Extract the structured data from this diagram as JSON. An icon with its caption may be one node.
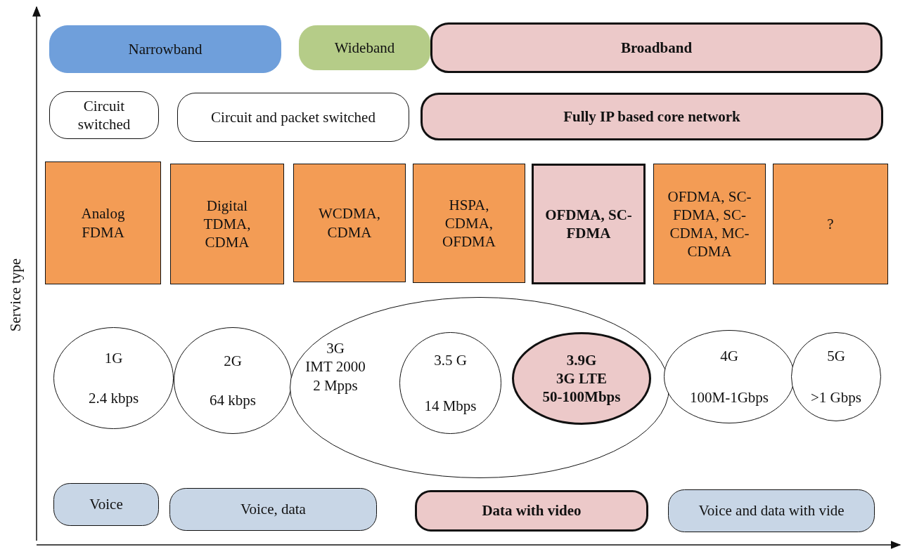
{
  "diagram": {
    "nodes": [
      {
        "text": [
          "Narrowband"
        ]
      },
      {
        "text": [
          "Wideband"
        ]
      },
      {
        "text": [
          "Broadband"
        ]
      },
      {
        "text": [
          "Circuit switched"
        ]
      },
      {
        "text": [
          "Circuit and packet switched"
        ]
      },
      {
        "text": [
          "Fully IP based core network"
        ]
      },
      {
        "text": [
          "Analog FDMA"
        ]
      },
      {
        "text": [
          "Digital TDMA, CDMA"
        ]
      },
      {
        "text": [
          "WCDMA, CDMA"
        ]
      },
      {
        "text": [
          "HSPA, CDMA, OFDMA"
        ]
      },
      {
        "text": [
          "OFDMA, SC-FDMA"
        ]
      },
      {
        "text": [
          "OFDMA, SC-FDMA, SC-CDMA, MC-CDMA"
        ]
      },
      {
        "text": [
          "?"
        ]
      },
      {
        "text": [
          "1G",
          "2.4 kbps"
        ]
      },
      {
        "text": [
          "2G",
          "64 kbps"
        ]
      },
      {
        "text": [
          "3G",
          "IMT 2000",
          "2 Mpps"
        ]
      },
      {
        "text": [
          "3.5 G",
          "14 Mbps"
        ],
        "in": 15
      },
      {
        "text": [
          "3.9G",
          "3G LTE",
          "50-100Mbps"
        ],
        "in": 15
      },
      {
        "text": [
          "4G",
          "100M-1Gbps"
        ]
      },
      {
        "text": [
          "5G",
          ">1 Gbps"
        ]
      },
      {
        "text": [
          "Voice"
        ]
      },
      {
        "text": [
          "Voice, data"
        ]
      },
      {
        "text": [
          "Data with video"
        ]
      },
      {
        "text": [
          "Voice and data with vide"
        ]
      }
    ],
    "labels": [
      "Service type"
    ]
  }
}
